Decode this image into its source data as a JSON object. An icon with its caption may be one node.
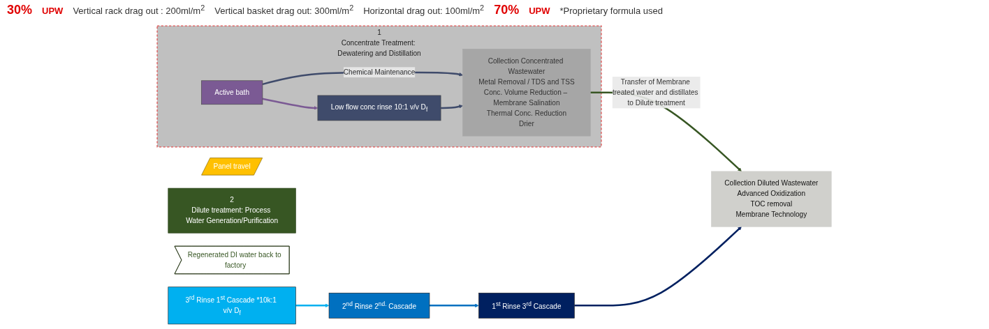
{
  "diagram": {
    "nodes": [
      {
        "text": [
          "1",
          "Concentrate Treatment: Dewatering and Distillation"
        ]
      },
      {
        "text": [
          "Active bath"
        ],
        "in": 0
      },
      {
        "text": [
          "Low flow conc rinse 10:1 v/v D$_{f}$"
        ],
        "in": 0
      },
      {
        "text": [
          "Collection Concentrated Wastewater",
          "Metal Removal / TDS and TSS",
          "Conc. Volume Reduction – Membrane Salination",
          "Thermal Conc. Reduction",
          "Drier"
        ],
        "in": 0
      },
      {
        "text": [
          "Panel travel"
        ]
      },
      {
        "text": [
          "2",
          "Dilute treatment: Process Water Generation/Purification"
        ]
      },
      {
        "text": [
          "1$^{st}$ Rinse 3$^{rd}$ Cascade"
        ]
      },
      {
        "text": [
          "2$^{nd}$ Rinse 2$^{nd.}$ Cascade"
        ]
      },
      {
        "text": [
          "3$^{rd}$ Rinse 1$^{st}$ Cascade *10k:1 v/v D$_{f}$"
        ]
      },
      {
        "text": [
          "Collection Diluted Wastewater",
          "Advanced Oxidization",
          "TOC removal",
          "Membrane Technology"
        ]
      },
      {
        "text": [
          "Regenerated DI water back to factory"
        ]
      }
    ],
    "edges": [
      {
        "from": 1,
        "to": 2,
        "arrow": "to",
        "color": "#7b5a94"
      },
      {
        "from": 1,
        "to": 3,
        "arrow": "to",
        "label": "Chemical Maintenance",
        "color": "#3f4b6b"
      },
      {
        "from": 2,
        "to": 3,
        "arrow": "to",
        "color": "#3f4b6b"
      },
      {
        "from": 3,
        "to": 9,
        "arrow": "to",
        "label": "Transfer of Membrane treated water and distillates to Dilute treatment",
        "color": "#375623"
      },
      {
        "from": 8,
        "to": 7,
        "arrow": "to",
        "color": "#00b0f0"
      },
      {
        "from": 7,
        "to": 6,
        "arrow": "to",
        "color": "#0070c0"
      },
      {
        "from": 6,
        "to": 9,
        "arrow": "to",
        "color": "#002060"
      }
    ],
    "labels": [
      "30%",
      "UPW",
      "Vertical rack drag out : 200ml/m$^{2}$",
      "Vertical basket drag out: 300ml/m$^{2}$",
      "Horizontal drag out: 100ml/m$^{2}$",
      "70%",
      "UPW",
      "*Proprietary formula used"
    ]
  }
}
